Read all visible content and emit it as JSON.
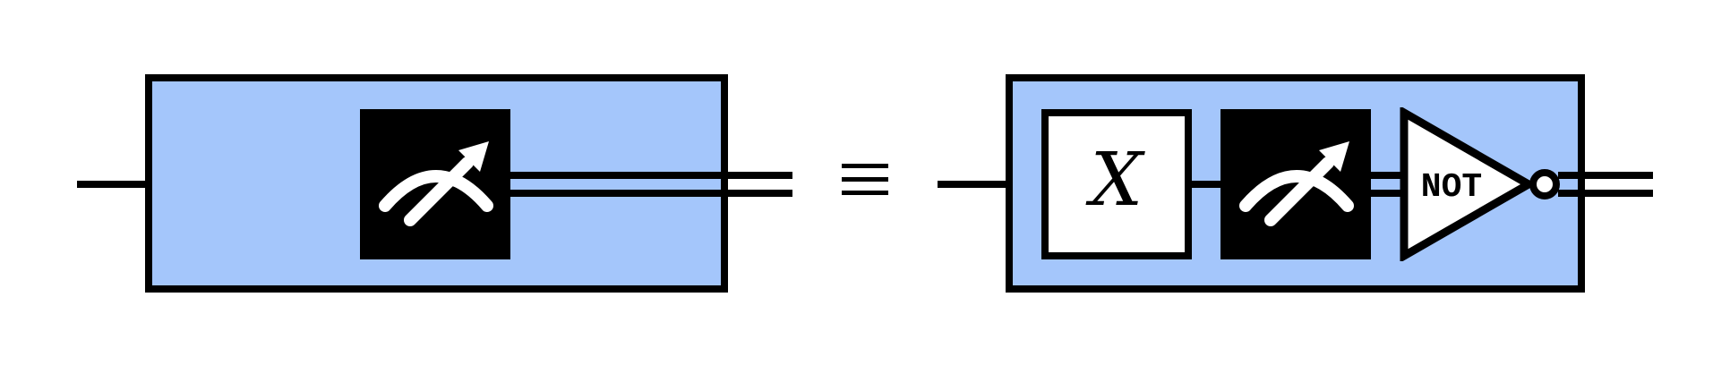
{
  "colors": {
    "background": "#ffffff",
    "instrument_box_fill": "#a4c6fb",
    "stroke": "#000000",
    "measurement_gate_fill": "#000000",
    "light_gate_fill": "#ffffff"
  },
  "left_circuit": {
    "measurement_gate": {
      "icon": "measurement-meter-icon"
    },
    "input_wire": "single",
    "output_wire": "double"
  },
  "equivalence": {
    "symbol": "≡"
  },
  "right_circuit": {
    "x_gate": {
      "label": "X"
    },
    "measurement_gate": {
      "icon": "measurement-meter-icon"
    },
    "not_gate": {
      "label": "NOT"
    },
    "inverter_bubble": {
      "icon": "inverter-bubble-icon"
    },
    "input_wire": "single",
    "output_wire": "double"
  }
}
